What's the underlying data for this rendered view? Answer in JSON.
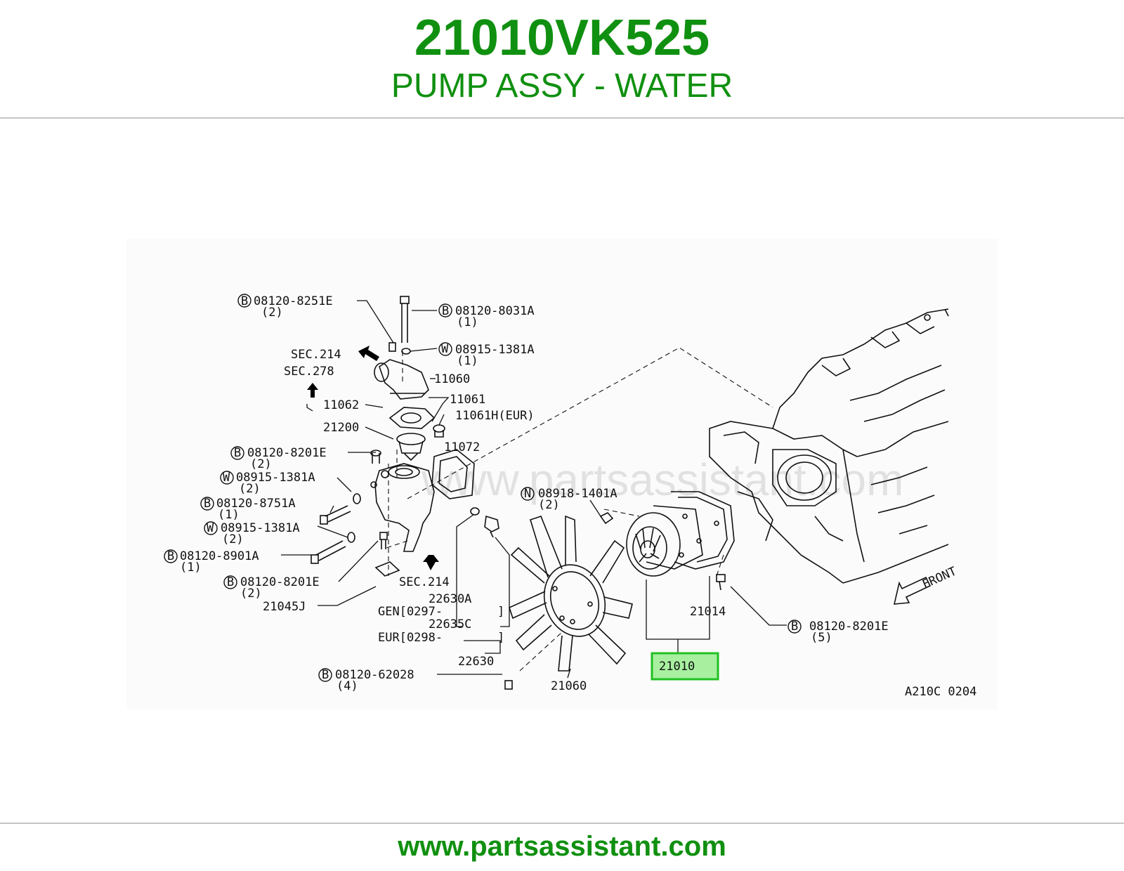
{
  "header": {
    "part_number": "21010VK525",
    "part_name": "PUMP ASSY - WATER"
  },
  "footer": {
    "url": "www.partsassistant.com"
  },
  "colors": {
    "brand_green": "#109010",
    "highlight_fill": "#a8f0a0",
    "highlight_border": "#22c022"
  },
  "diagram": {
    "watermark": "www.partsassistant.com",
    "figure_code": "A210C 0204",
    "front_label": "FRONT",
    "highlighted_part": "21010",
    "labels": {
      "b_08120_8251e": "08120-8251E",
      "b_08120_8251e_qty": "(2)",
      "b_08120_8031a": "08120-8031A",
      "b_08120_8031a_qty": "(1)",
      "w_08915_1381a_top": "08915-1381A",
      "w_08915_1381a_top_qty": "(1)",
      "sec214_top": "SEC.214",
      "sec278": "SEC.278",
      "p11060": "11060",
      "p11061": "11061",
      "p11062": "11062",
      "p11061h": "11061H(EUR)",
      "p21200": "21200",
      "p11072": "11072",
      "b_08120_8201e_a": "08120-8201E",
      "b_08120_8201e_a_qty": "(2)",
      "w_08915_1381a_a": "08915-1381A",
      "w_08915_1381a_a_qty": "(2)",
      "b_08120_8751a": "08120-8751A",
      "b_08120_8751a_qty": "(1)",
      "w_08915_1381a_b": "08915-1381A",
      "w_08915_1381a_b_qty": "(2)",
      "b_08120_8901a": "08120-8901A",
      "b_08120_8901a_qty": "(1)",
      "b_08120_8201e_b": "08120-8201E",
      "b_08120_8201e_b_qty": "(2)",
      "p21045j": "21045J",
      "sec214_bottom": "SEC.214",
      "p22630a": "22630A",
      "gen_range": "GEN[0297-",
      "p22635c": "22635C",
      "eur_range": "EUR[0298-",
      "bracket_close": "]",
      "p22630": "22630",
      "n_08918_1401a": "08918-1401A",
      "n_08918_1401a_qty": "(2)",
      "p21014": "21014",
      "b_08120_8201e_c": "08120-8201E",
      "b_08120_8201e_c_qty": "(5)",
      "b_08120_62028": "08120-62028",
      "b_08120_62028_qty": "(4)",
      "p21060": "21060",
      "sym_b": "B",
      "sym_w": "W",
      "sym_n": "N"
    }
  }
}
